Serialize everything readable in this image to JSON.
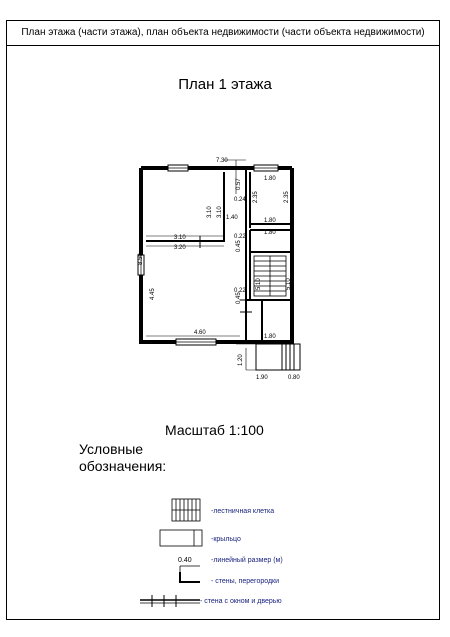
{
  "header": {
    "text": "План этажа (части этажа), план объекта недвижимости (части объекта недвижимости)"
  },
  "plan": {
    "title": "План  1 этажа",
    "dimensions": {
      "d_7_30": "7.30",
      "d_8_50": "8.50",
      "d_3_10_a": "3.10",
      "d_3_10_b": "3.10",
      "d_3_10_c": "3.10",
      "d_3_20": "3.20",
      "d_4_45": "4.45",
      "d_4_60": "4.60",
      "d_1_40": "1.40",
      "d_0_57": "0.57",
      "d_0_24": "0.24",
      "d_1_80_a": "1.80",
      "d_1_80_b": "1.80",
      "d_1_80_c": "1.80",
      "d_1_80_d": "1.80",
      "d_2_35_a": "2.35",
      "d_2_35_b": "2.35",
      "d_0_22_a": "0.22",
      "d_0_22_b": "0.22",
      "d_0_45_a": "0.45",
      "d_0_45_b": "0.45",
      "d_5_10_a": "5.10",
      "d_5_10_b": "5.10",
      "d_1_20": "1.20",
      "d_1_90": "1.90",
      "d_0_80": "0.80"
    }
  },
  "scale": {
    "label": "Масштаб 1:100"
  },
  "legend": {
    "title_line1": "Условные",
    "title_line2": "обозначения:",
    "stair_label": "-лестничная клетка",
    "porch_label": "-крыльцо",
    "dim_label": "-линейный размер (м)",
    "dim_sample": "0.40",
    "walls_label": "- стены, перегородки",
    "window_door_label": "- стена с окном и дверью"
  }
}
